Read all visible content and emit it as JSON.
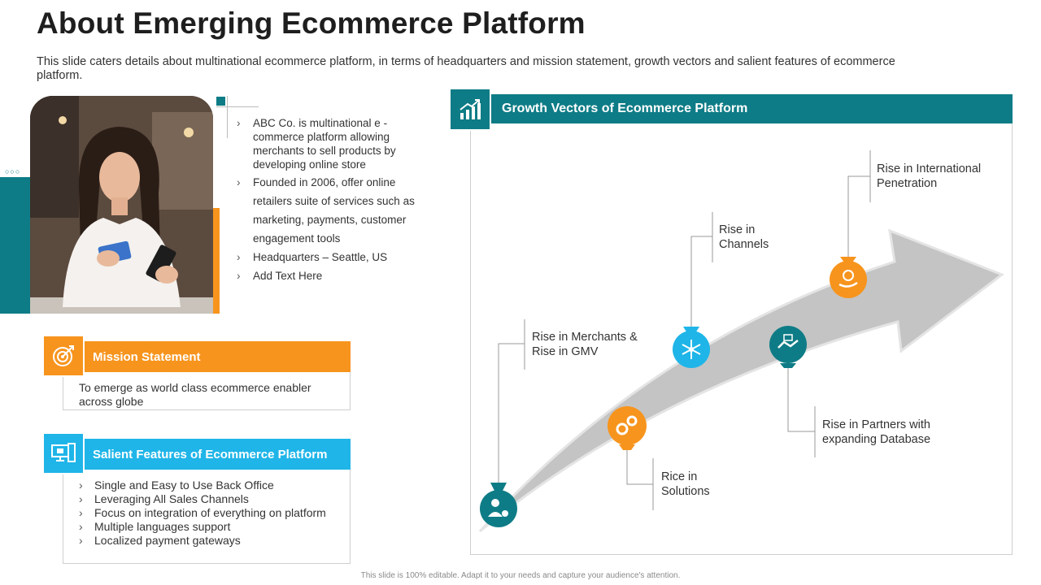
{
  "title": "About Emerging Ecommerce Platform",
  "subtitle": "This slide caters details about multinational ecommerce platform, in terms of headquarters and mission statement, growth vectors and salient features of ecommerce platform.",
  "about_items": [
    "ABC Co. is multinational e - commerce platform allowing merchants to sell products by developing online store",
    "Founded in 2006, offer online retailers suite of services such as marketing, payments, customer engagement tools",
    "Headquarters – Seattle, US",
    "Add Text Here"
  ],
  "mission": {
    "title": "Mission Statement",
    "text": "To emerge as world class ecommerce enabler across globe"
  },
  "features": {
    "title": "Salient Features of Ecommerce Platform",
    "items": [
      "Single and Easy to Use Back Office",
      "Leveraging All Sales Channels",
      "Focus on integration of everything on platform",
      "Multiple languages support",
      "Localized payment gateways"
    ]
  },
  "growth": {
    "title": "Growth Vectors of Ecommerce Platform",
    "labels": {
      "merchants": "Rise in Merchants & Rise in GMV",
      "solutions": "Rice in Solutions",
      "channels": "Rise in Channels",
      "partners": "Rise in Partners with expanding Database",
      "international": "Rise in International Penetration"
    }
  },
  "footer": "This slide is 100% editable. Adapt it to your needs and capture your audience's attention.",
  "colors": {
    "teal": "#0e7c86",
    "orange": "#f7941d",
    "sky": "#1fb5e8",
    "gray_arrow": "#c4c4c4"
  }
}
